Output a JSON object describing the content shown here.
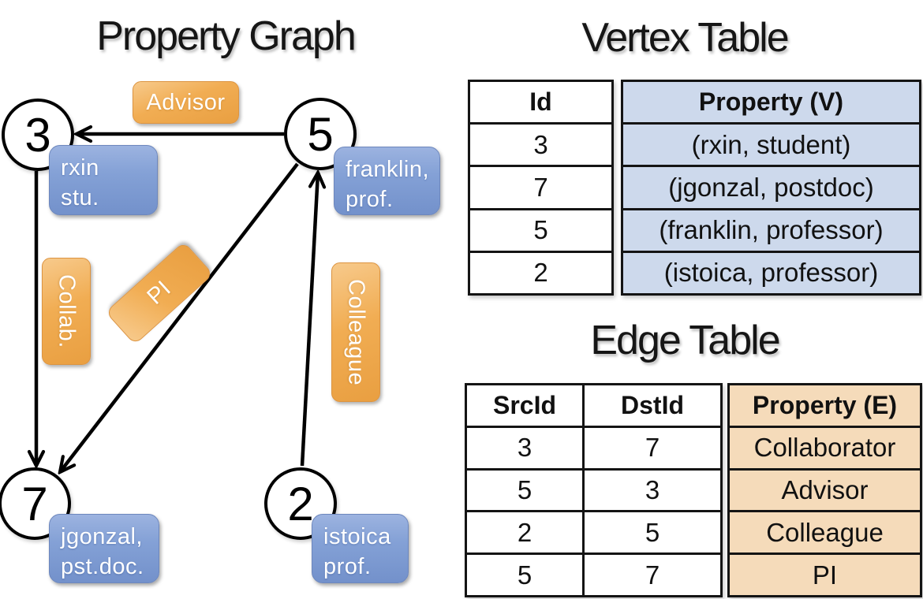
{
  "graph": {
    "title": "Property Graph",
    "nodes": [
      {
        "id": "3",
        "property_lines": [
          "rxin",
          "stu."
        ]
      },
      {
        "id": "5",
        "property_lines": [
          "franklin,",
          "prof."
        ]
      },
      {
        "id": "7",
        "property_lines": [
          "jgonzal,",
          "pst.doc."
        ]
      },
      {
        "id": "2",
        "property_lines": [
          "istoica",
          "prof."
        ]
      }
    ],
    "edges": [
      {
        "label": "Advisor",
        "src": "5",
        "dst": "3"
      },
      {
        "label": "Collab.",
        "src": "3",
        "dst": "7"
      },
      {
        "label": "PI",
        "src": "5",
        "dst": "7"
      },
      {
        "label": "Colleague",
        "src": "2",
        "dst": "5"
      }
    ]
  },
  "vertex_table": {
    "title": "Vertex Table",
    "columns": [
      "Id",
      "Property (V)"
    ],
    "rows": [
      [
        "3",
        "(rxin, student)"
      ],
      [
        "7",
        "(jgonzal, postdoc)"
      ],
      [
        "5",
        "(franklin, professor)"
      ],
      [
        "2",
        "(istoica, professor)"
      ]
    ]
  },
  "edge_table": {
    "title": "Edge Table",
    "columns": [
      "SrcId",
      "DstId",
      "Property (E)"
    ],
    "rows": [
      [
        "3",
        "7",
        "Collaborator"
      ],
      [
        "5",
        "3",
        "Advisor"
      ],
      [
        "2",
        "5",
        "Colleague"
      ],
      [
        "5",
        "7",
        "PI"
      ]
    ]
  },
  "colors": {
    "edge_label_orange": "#f1ad53",
    "vertex_label_blue": "#84a1d6",
    "vertex_table_cell_bg": "#cdd9ec",
    "edge_table_cell_bg": "#f5dbba",
    "table_border": "#141414",
    "arrow": "#000000"
  }
}
